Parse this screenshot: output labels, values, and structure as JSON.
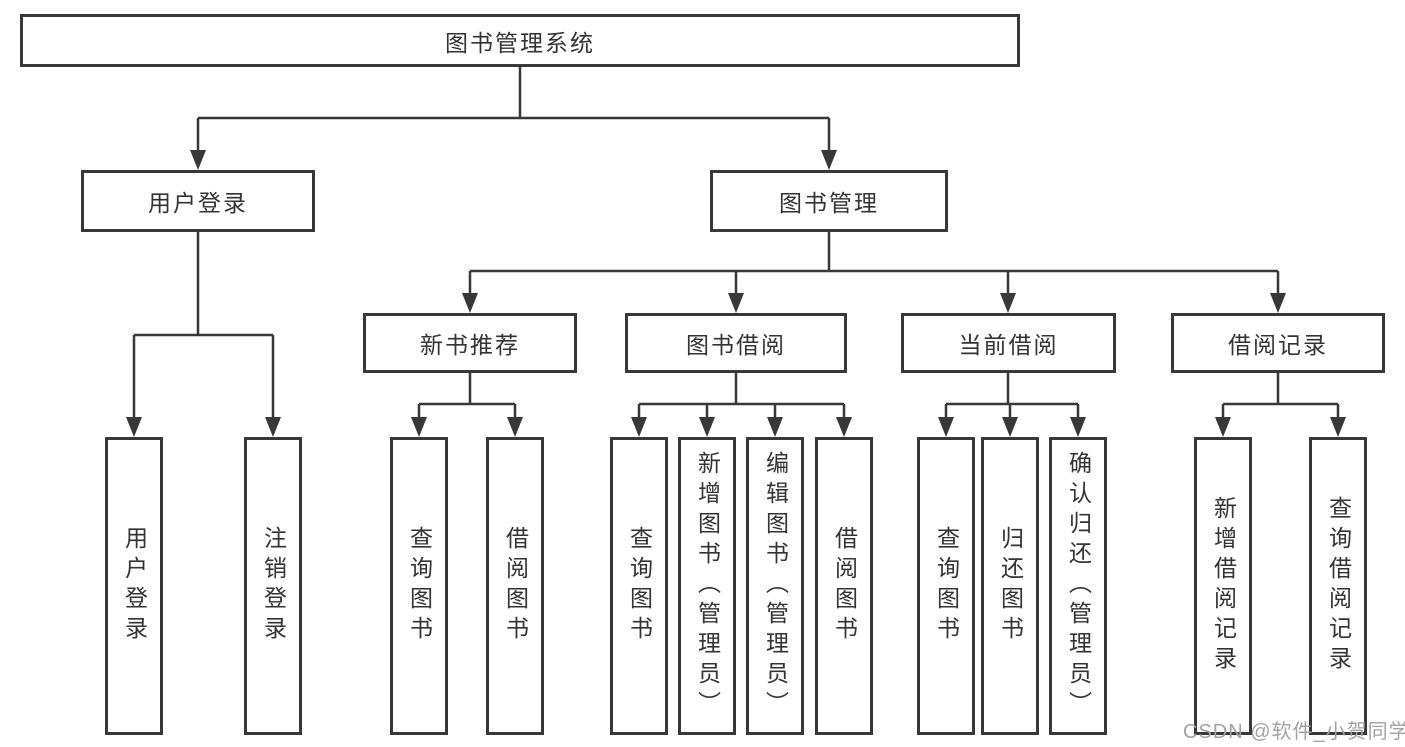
{
  "diagram": {
    "root": {
      "label": "图书管理系统",
      "children": [
        {
          "label": "用户登录",
          "children": [
            {
              "label": "用户登录"
            },
            {
              "label": "注销登录"
            }
          ]
        },
        {
          "label": "图书管理",
          "children": [
            {
              "label": "新书推荐",
              "children": [
                {
                  "label": "查询图书"
                },
                {
                  "label": "借阅图书"
                }
              ]
            },
            {
              "label": "图书借阅",
              "children": [
                {
                  "label": "查询图书"
                },
                {
                  "label": "新增图书（管理员）"
                },
                {
                  "label": "编辑图书（管理员）"
                },
                {
                  "label": "借阅图书"
                }
              ]
            },
            {
              "label": "当前借阅",
              "children": [
                {
                  "label": "查询图书"
                },
                {
                  "label": "归还图书"
                },
                {
                  "label": "确认归还（管理员）"
                }
              ]
            },
            {
              "label": "借阅记录",
              "children": [
                {
                  "label": "新增借阅记录"
                },
                {
                  "label": "查询借阅记录"
                }
              ]
            }
          ]
        }
      ]
    }
  },
  "colors": {
    "line": "#383838",
    "box_fill": "#ffffff",
    "text": "#333333",
    "watermark": "#a2a2a2"
  },
  "watermark": {
    "label": "CSDN @软件_小贺同学"
  }
}
